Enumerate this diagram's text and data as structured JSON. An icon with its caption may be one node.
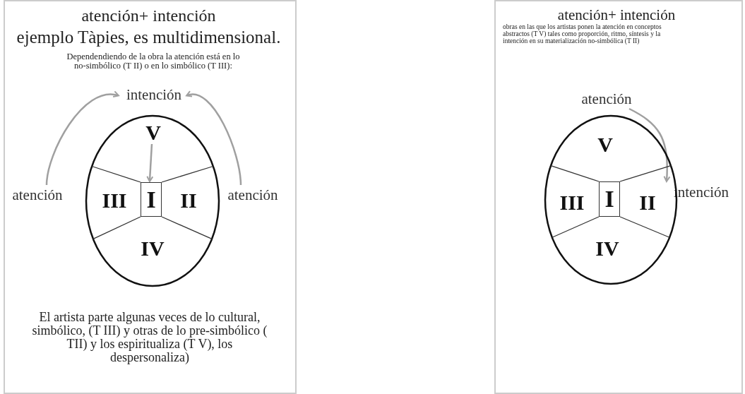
{
  "diagram": {
    "nodes": [
      {
        "text": [
          "atención+ intención",
          "ejemplo Tàpies, es multidimensional.",
          "Dependendiendo de la obra la atención está en lo no-simbólico (T II) o en lo simbólico (T III):",
          "El artista parte algunas veces de lo cultural, simbólico, (T III) y otras de lo pre-simbólico ( TII) y los espiritualiza (T V), los despersonaliza)"
        ]
      },
      {
        "text": [
          "intención"
        ],
        "in": 0
      },
      {
        "text": [
          "atención"
        ],
        "in": 0
      },
      {
        "text": [
          "atención"
        ],
        "in": 0
      },
      {
        "text": [],
        "shape": "circle",
        "in": 0
      },
      {
        "text": [
          "V"
        ],
        "in": 4
      },
      {
        "text": [
          "III"
        ],
        "in": 4
      },
      {
        "text": [
          "I"
        ],
        "in": 4
      },
      {
        "text": [
          "II"
        ],
        "in": 4
      },
      {
        "text": [
          "IV"
        ],
        "in": 4
      },
      {
        "text": [
          "atención+ intención",
          "obras en las que los artistas ponen la atención en conceptos abstractos (T V) tales como proporción, ritmo, síntesis y la intención en su materialización no-simbólica (T II)"
        ]
      },
      {
        "text": [
          "atención"
        ],
        "in": 10
      },
      {
        "text": [
          "intención"
        ],
        "in": 10
      },
      {
        "text": [],
        "shape": "circle",
        "in": 10
      },
      {
        "text": [
          "V"
        ],
        "in": 13
      },
      {
        "text": [
          "III"
        ],
        "in": 13
      },
      {
        "text": [
          "I"
        ],
        "in": 13
      },
      {
        "text": [
          "II"
        ],
        "in": 13
      },
      {
        "text": [
          "IV"
        ],
        "in": 13
      }
    ],
    "edges": [
      {
        "from": 2,
        "to": 1,
        "arrow": "to",
        "color": "#a0a0a0"
      },
      {
        "from": 3,
        "to": 1,
        "arrow": "to",
        "color": "#a0a0a0"
      },
      {
        "from": 5,
        "to": 7,
        "arrow": "to",
        "color": "#a0a0a0"
      },
      {
        "from": 11,
        "to": 12,
        "arrow": "to",
        "color": "#a0a0a0"
      }
    ]
  }
}
